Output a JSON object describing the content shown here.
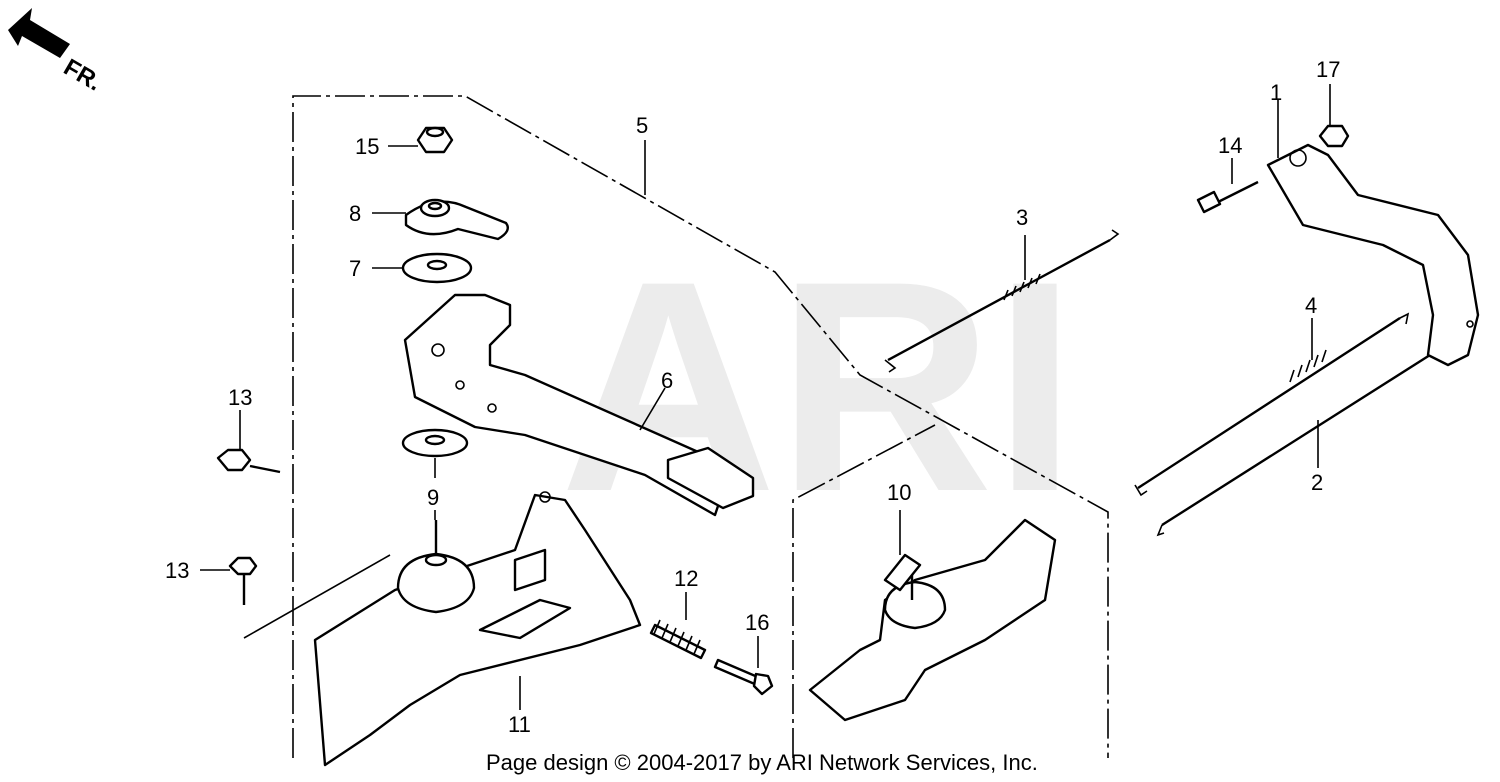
{
  "direction_label": "FR.",
  "watermark": "ARI",
  "copyright": "Page design © 2004-2017 by ARI Network Services, Inc.",
  "callouts": {
    "c1": "1",
    "c2": "2",
    "c3": "3",
    "c4": "4",
    "c5": "5",
    "c6": "6",
    "c7": "7",
    "c8": "8",
    "c9": "9",
    "c10": "10",
    "c11": "11",
    "c12": "12",
    "c13a": "13",
    "c13b": "13",
    "c14": "14",
    "c15": "15",
    "c16": "16",
    "c17": "17"
  }
}
